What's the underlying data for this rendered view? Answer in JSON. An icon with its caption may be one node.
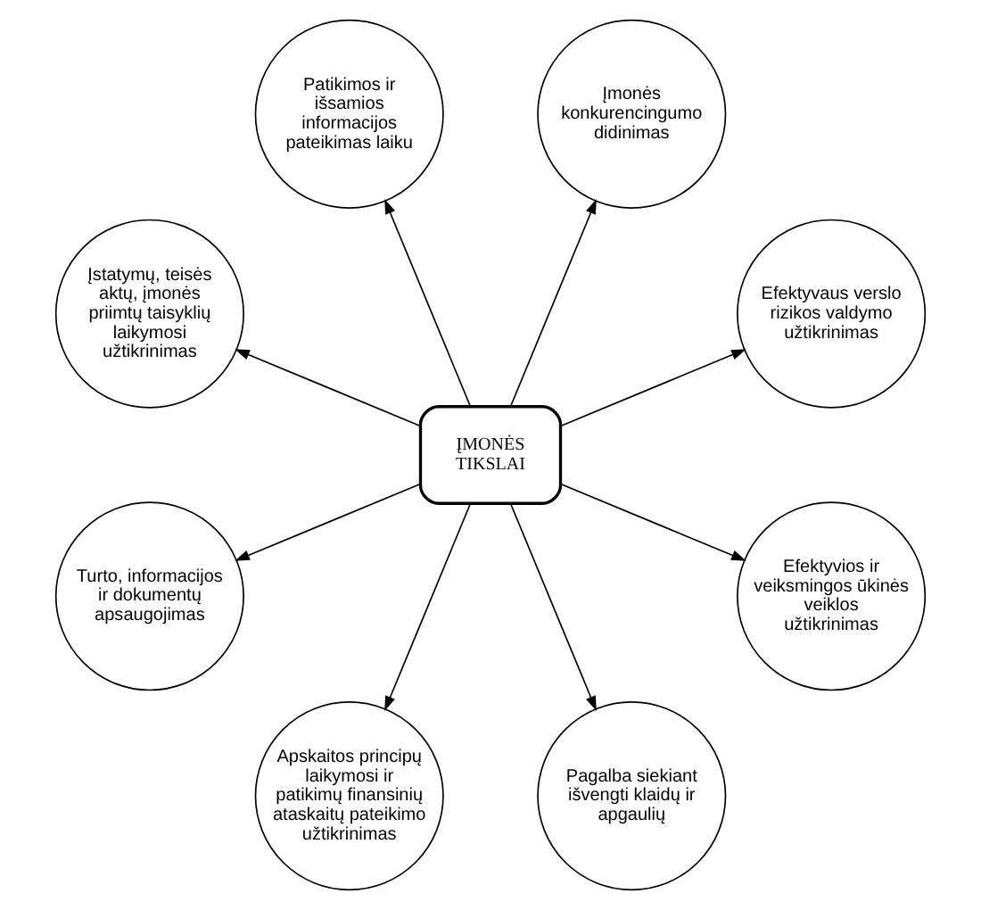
{
  "diagram": {
    "nodes": [
      {
        "text": [
          "ĮMONĖS TIKSLAI"
        ]
      },
      {
        "text": [
          "Efektyvaus verslo rizikos valdymo užtikrinimas"
        ]
      },
      {
        "text": [
          "Įmonės konkurencingumo didinimas"
        ]
      },
      {
        "text": [
          "Patikimos ir išsamios informacijos pateikimas laiku"
        ]
      },
      {
        "text": [
          "Įstatymų, teisės aktų, įmonės priimtų taisyklių laikymosi užtikrinimas"
        ]
      },
      {
        "text": [
          "Turto, informacijos ir dokumentų apsaugojimas"
        ]
      },
      {
        "text": [
          "Apskaitos principų laikymosi ir patikimų finansinių ataskaitų pateikimo užtikrinimas"
        ]
      },
      {
        "text": [
          "Pagalba siekiant išvengti klaidų ir apgaulių"
        ]
      },
      {
        "text": [
          "Efektyvios ir veiksmingos ūkinės veiklos užtikrinimas"
        ]
      }
    ],
    "edges": [
      {
        "from": 0,
        "to": 1,
        "arrow": "to"
      },
      {
        "from": 0,
        "to": 2,
        "arrow": "to"
      },
      {
        "from": 0,
        "to": 3,
        "arrow": "to"
      },
      {
        "from": 0,
        "to": 4,
        "arrow": "to"
      },
      {
        "from": 0,
        "to": 5,
        "arrow": "to"
      },
      {
        "from": 0,
        "to": 6,
        "arrow": "to"
      },
      {
        "from": 0,
        "to": 7,
        "arrow": "to"
      },
      {
        "from": 0,
        "to": 8,
        "arrow": "to"
      }
    ]
  }
}
